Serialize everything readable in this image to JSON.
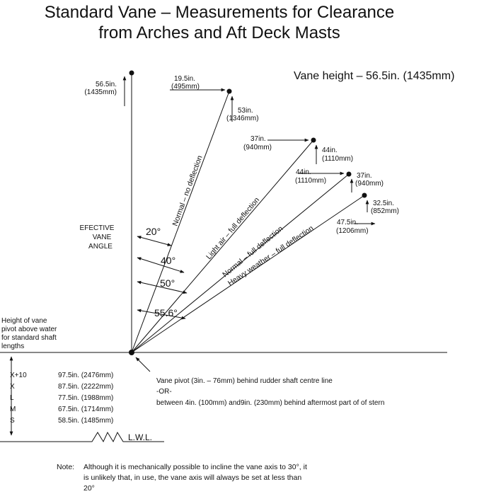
{
  "title": {
    "line1": "Standard Vane – Measurements for Clearance",
    "line2": "from Arches and Aft Deck Masts"
  },
  "vane_height": "Vane height – 56.5in. (1435mm)",
  "vertical_height": {
    "in": "56.5in.",
    "mm": "(1435mm)"
  },
  "effective_angle_label": {
    "line1": "EFECTIVE",
    "line2": "VANE",
    "line3": "ANGLE"
  },
  "vanes": [
    {
      "name": "Normal – no deflection",
      "angle": "20°",
      "horiz": {
        "in": "19.5in.",
        "mm": "(495mm)"
      },
      "vert": {
        "in": "53in.",
        "mm": "(1346mm)"
      }
    },
    {
      "name": "Light air – full deflection",
      "angle": "40°",
      "horiz": {
        "in": "37in.",
        "mm": "(940mm)"
      },
      "vert": {
        "in": "44in.",
        "mm": "(1110mm)"
      }
    },
    {
      "name": "Normal – full deflection",
      "angle": "50°",
      "horiz": {
        "in": "44in.",
        "mm": "(1110mm)"
      },
      "vert": {
        "in": "37in.",
        "mm": "(940mm)"
      }
    },
    {
      "name": "Heavy weather – full deflection",
      "angle": "55.6°",
      "horiz": {
        "in": "47.5in.",
        "mm": "(1206mm)"
      },
      "vert": {
        "in": "32.5in.",
        "mm": "(852mm)"
      }
    }
  ],
  "pivot_height_label": {
    "line1": "Height of vane",
    "line2": "pivot above water",
    "line3": "for standard shaft",
    "line4": "lengths"
  },
  "shaft_lengths": [
    {
      "code": "X+10",
      "value": "97.5in. (2476mm)"
    },
    {
      "code": "X",
      "value": "87.5in. (2222mm)"
    },
    {
      "code": "L",
      "value": "77.5in. (1988mm)"
    },
    {
      "code": "M",
      "value": "67.5in. (1714mm)"
    },
    {
      "code": "S",
      "value": "58.5in. (1485mm)"
    }
  ],
  "lwl": "L.W.L.",
  "pivot_note": {
    "line1": "Vane pivot (3in. – 76mm) behind rudder shaft centre line",
    "line2": "-OR-",
    "line3": "between 4in. (100mm) and9in. (230mm) behind aftermost part of of stern"
  },
  "note": {
    "label": "Note:",
    "text": "Although it is mechanically possible to incline the vane axis to 30°, it is unlikely that, in use, the vane axis will always be set at less than 20°"
  }
}
